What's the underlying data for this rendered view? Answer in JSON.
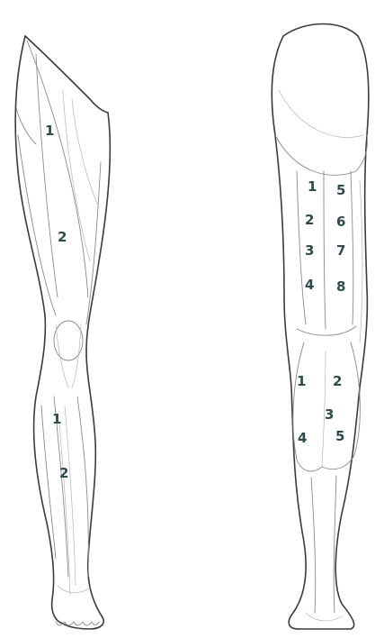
{
  "diagram": {
    "front_leg": {
      "thigh_labels": [
        "1",
        "2"
      ],
      "calf_labels": [
        "1",
        "2"
      ]
    },
    "back_leg": {
      "thigh_labels": [
        "1",
        "2",
        "3",
        "4",
        "5",
        "6",
        "7",
        "8"
      ],
      "calf_labels": [
        "1",
        "2",
        "3",
        "4",
        "5"
      ]
    },
    "colors": {
      "outline": "#3a3a3a",
      "muscle_line": "#8a8a8a",
      "label": "#2e4a4a"
    }
  }
}
